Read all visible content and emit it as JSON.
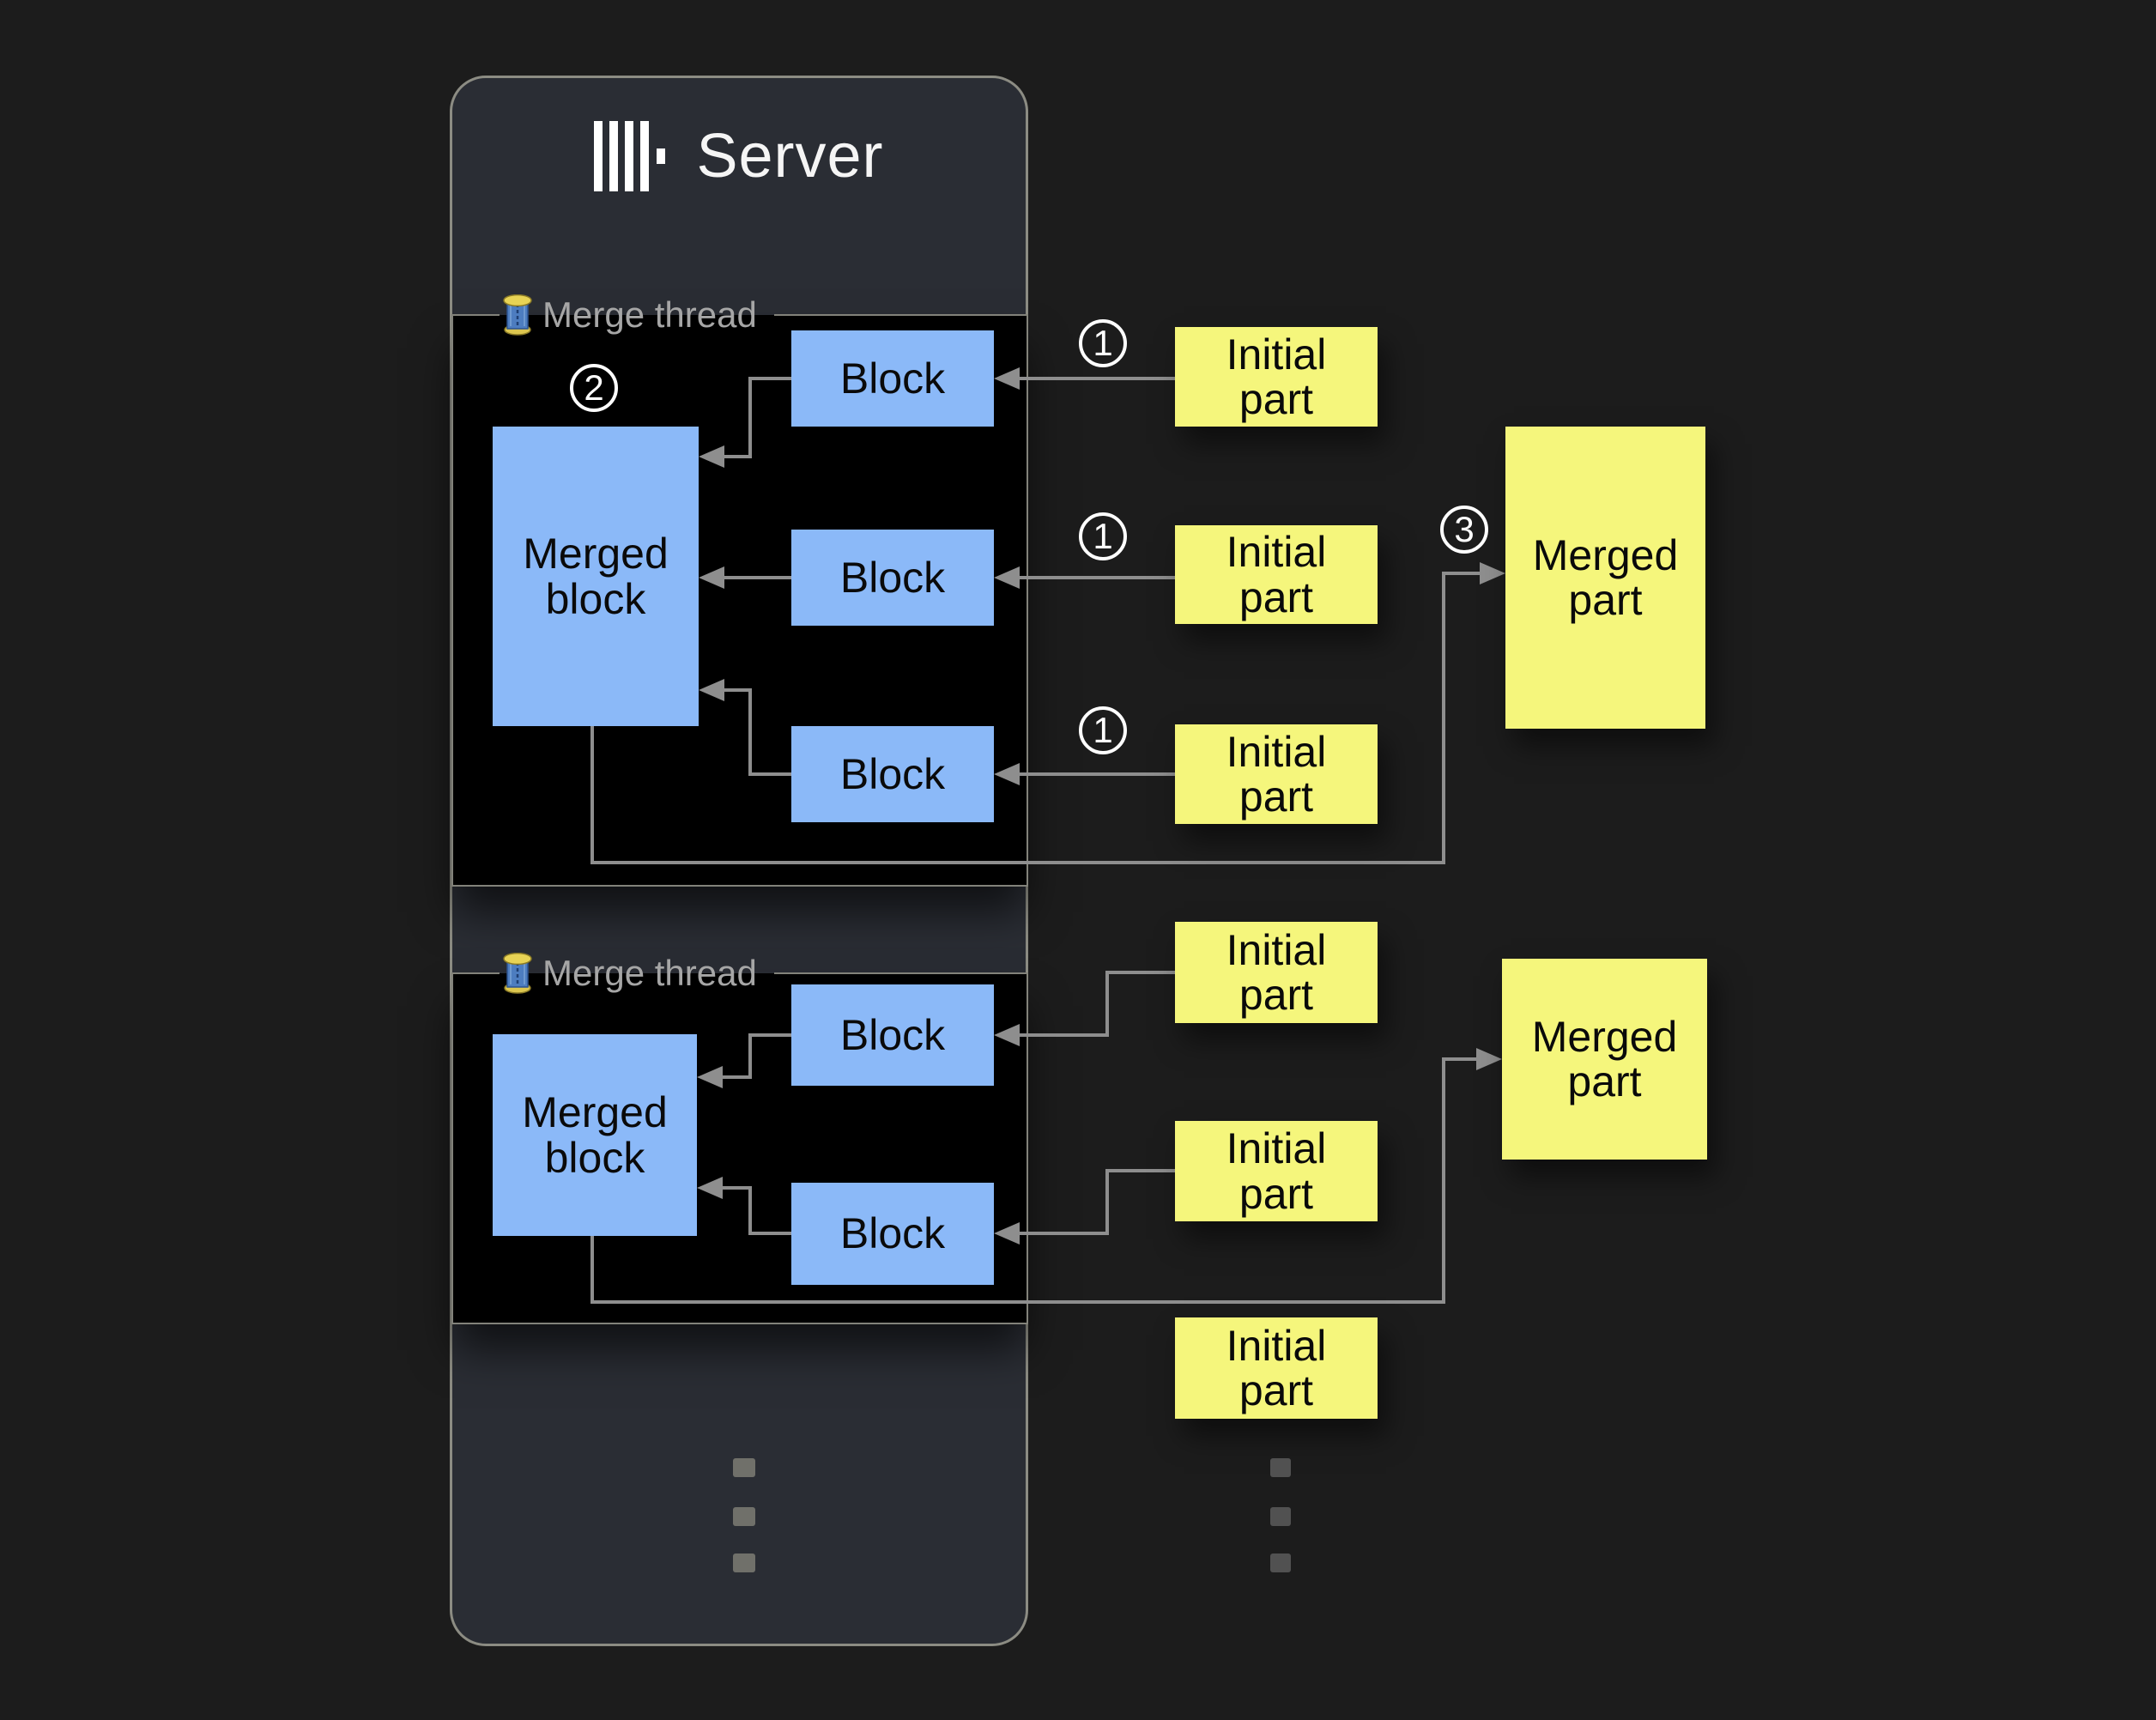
{
  "server": {
    "title": "Server",
    "merge_threads": [
      {
        "label": "Merge thread",
        "merged_block": "Merged block",
        "blocks": [
          "Block",
          "Block",
          "Block"
        ]
      },
      {
        "label": "Merge thread",
        "merged_block": "Merged block",
        "blocks": [
          "Block",
          "Block"
        ]
      }
    ]
  },
  "initial_parts": [
    {
      "label": "Initial part"
    },
    {
      "label": "Initial part"
    },
    {
      "label": "Initial part"
    },
    {
      "label": "Initial part"
    },
    {
      "label": "Initial part"
    },
    {
      "label": "Initial part"
    }
  ],
  "merged_parts": [
    {
      "label": "Merged part"
    },
    {
      "label": "Merged part"
    }
  ],
  "badges": {
    "step1": "1",
    "step2": "2",
    "step3": "3"
  },
  "icons": {
    "server_logo": "clickhouse-bars-logo",
    "merge_thread": "thread-spool-emoji"
  },
  "ellipsis": {
    "server_dots": 3,
    "parts_dots": 3
  },
  "colors": {
    "page_bg": "#1c1c1c",
    "server_bg": "#2a2d34",
    "server_border": "#8c8c83",
    "thread_panel_bg": "#000000",
    "thread_panel_border": "#82827a",
    "block_blue": "#8bb9f8",
    "part_yellow": "#f5f67c",
    "arrow_gray": "#8e8e8e",
    "thread_label_gray": "#a6a6a6",
    "box_text": "#0a0a0a",
    "badge_white": "#ffffff",
    "server_dot": "#70706a",
    "outer_dot": "#515151",
    "title_white": "#f5f5f5"
  }
}
